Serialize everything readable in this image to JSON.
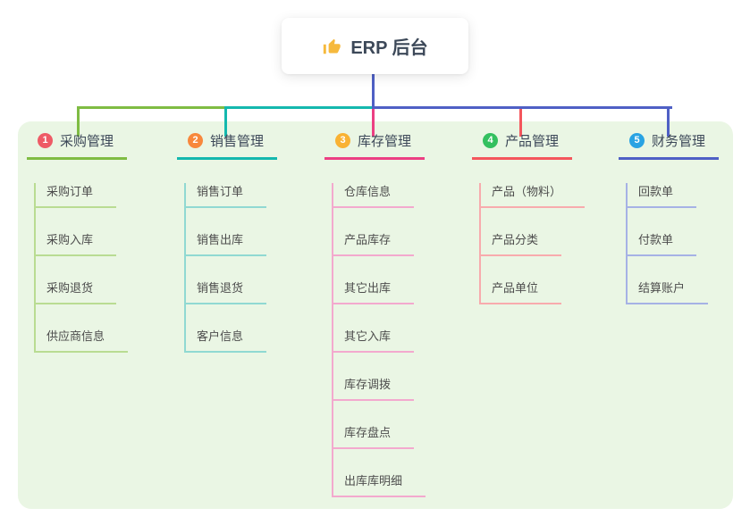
{
  "root": {
    "title": "ERP 后台",
    "icon": "thumbs-up-icon"
  },
  "branches": [
    {
      "index": "1",
      "label": "采购管理",
      "badge_color": "#ee5b66",
      "line_color": "#7fbc43",
      "light_color": "#b9dc92",
      "children": [
        "采购订单",
        "采购入库",
        "采购退货",
        "供应商信息"
      ]
    },
    {
      "index": "2",
      "label": "销售管理",
      "badge_color": "#f8883c",
      "line_color": "#14b8ae",
      "light_color": "#90d9d2",
      "children": [
        "销售订单",
        "销售出库",
        "销售退货",
        "客户信息"
      ]
    },
    {
      "index": "3",
      "label": "库存管理",
      "badge_color": "#f9b233",
      "line_color": "#ec3f83",
      "light_color": "#f3a9ce",
      "children": [
        "仓库信息",
        "产品库存",
        "其它出库",
        "其它入库",
        "库存调拨",
        "库存盘点",
        "出库库明细"
      ]
    },
    {
      "index": "4",
      "label": "产品管理",
      "badge_color": "#33c05f",
      "line_color": "#f4565c",
      "light_color": "#f8abad",
      "children": [
        "产品（物料）",
        "产品分类",
        "产品单位"
      ]
    },
    {
      "index": "5",
      "label": "财务管理",
      "badge_color": "#29a3e3",
      "line_color": "#4f60c5",
      "light_color": "#a6b2e5",
      "children": [
        "回款单",
        "付款单",
        "结算账户"
      ]
    }
  ],
  "colors": {
    "panel_bg": "#eaf6e4",
    "trunk": "#4f60c5",
    "heading_text": "#3c4858",
    "child_text": "#4d4d4d"
  }
}
